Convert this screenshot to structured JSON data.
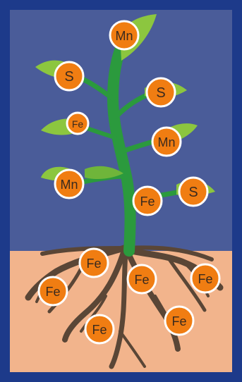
{
  "colors": {
    "border": "#1d3a8a",
    "sky": "#4a5c99",
    "soil": "#f2b48c",
    "stem": "#2b9a3d",
    "leaf": "#8cc63f",
    "leaf_dark": "#4f9c2e",
    "root": "#5a4636",
    "badge_fill": "#f07d12",
    "badge_stroke": "#ffffff",
    "badge_text": "#3a2a1e"
  },
  "badges": {
    "top": "Mn",
    "upper_left": "S",
    "upper_right": "S",
    "mid_left": "Fe",
    "mid_right": "Mn",
    "lower_left": "Mn",
    "lower_center": "Fe",
    "lower_right": "S",
    "root_top": "Fe",
    "root_left": "Fe",
    "root_center": "Fe",
    "root_right": "Fe",
    "root_bottom_left": "Fe",
    "root_bottom_right": "Fe"
  }
}
